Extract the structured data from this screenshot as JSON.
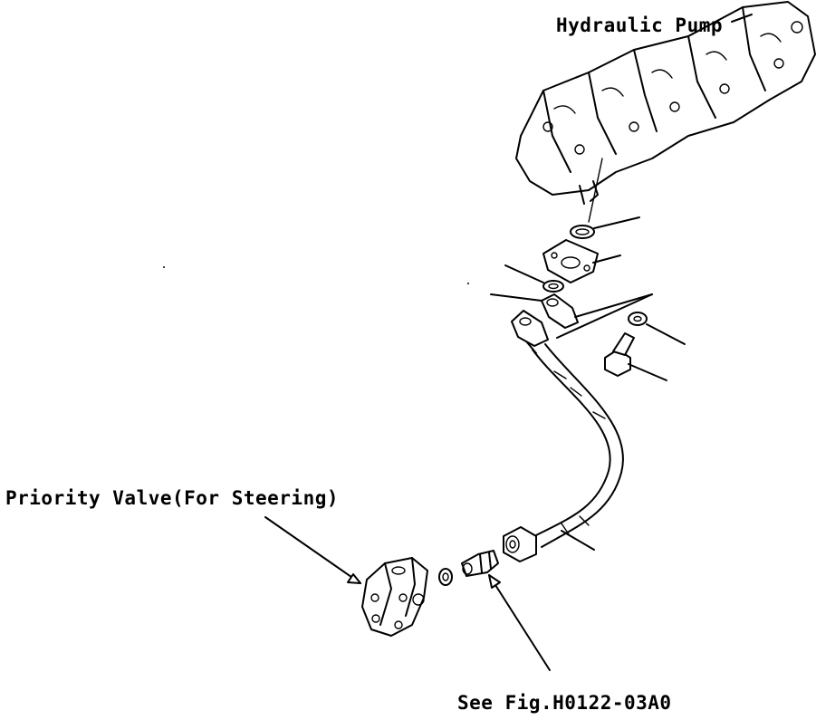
{
  "labels": {
    "hydraulic_pump": "Hydraulic Pump",
    "priority_valve": "Priority Valve(For Steering)",
    "see_fig": "See Fig.H0122-03A0"
  },
  "colors": {
    "ink": "#000000",
    "paper": "#ffffff"
  }
}
